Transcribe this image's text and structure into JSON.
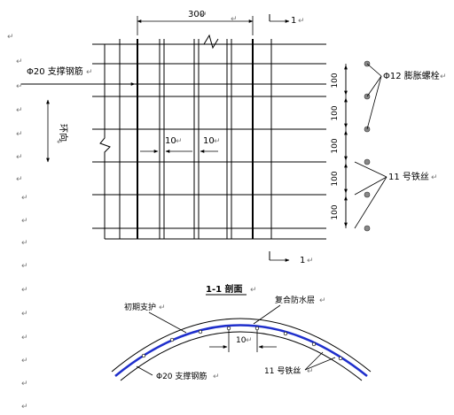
{
  "plan": {
    "top_dim": "300",
    "section_mark_top": "1",
    "section_mark_bottom": "1",
    "support_bar": "Φ20 支撑钢筋",
    "ring_direction": "环向",
    "spacing_left": "10",
    "spacing_right": "10",
    "expansion_bolt": "Φ12 膨胀螺栓",
    "wire": "11 号铁丝",
    "vertical_spacings": [
      "100",
      "100",
      "100",
      "100",
      "100"
    ]
  },
  "section": {
    "title": "1-1 剖面",
    "initial_support": "初期支护",
    "waterproof_layer": "复合防水层",
    "spacing": "10",
    "support_bar": "Φ20 支撑钢筋",
    "wire": "11 号铁丝"
  },
  "colors": {
    "line": "#000000",
    "waterproof": "#1f2fcc",
    "paragraph_mark": "#7a7a7a"
  },
  "paragraph_mark_icon": "paragraph-return-icon"
}
